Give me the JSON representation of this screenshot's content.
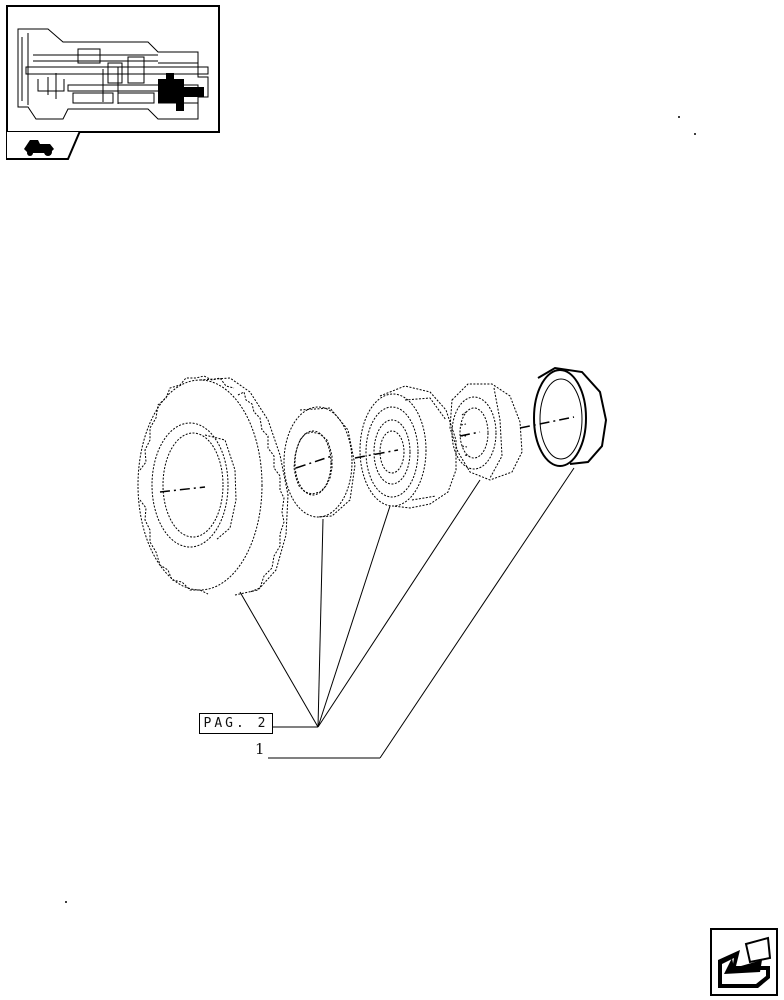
{
  "callouts": {
    "page_ref": "PAG. 2",
    "item_number": "1"
  },
  "icons": {
    "thumbnail": "transmission-section-thumbnail",
    "section_tab": "tractor-section-icon",
    "next_page": "next-page-arrow-icon"
  }
}
